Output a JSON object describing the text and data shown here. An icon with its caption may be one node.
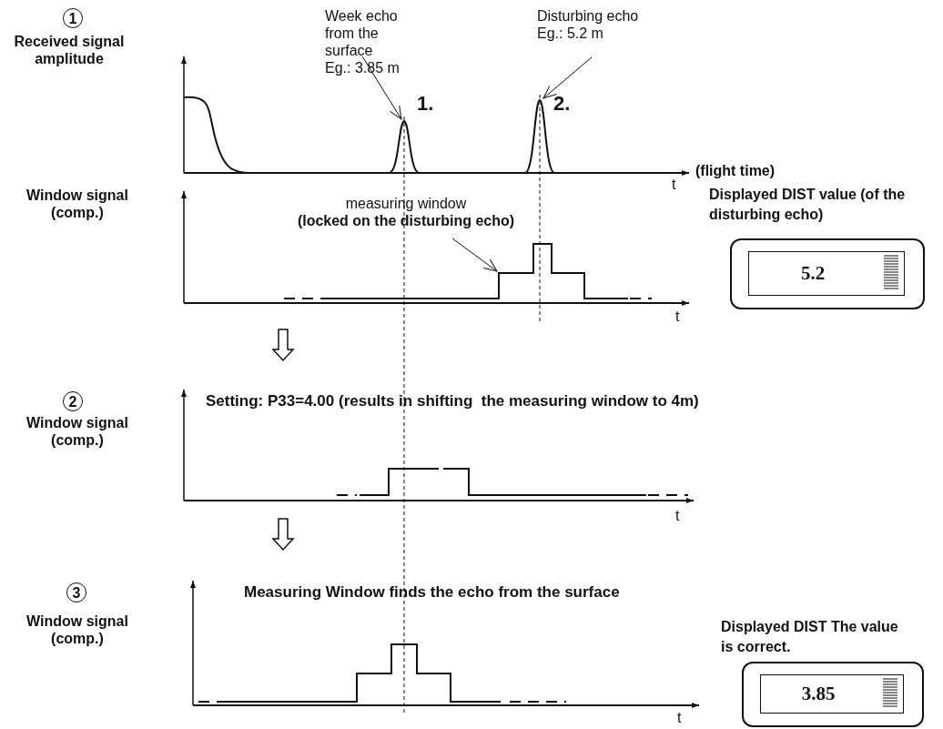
{
  "diagram": {
    "nodes": [
      {
        "text": [
          "Week echo from the surface",
          "Eg.: 3.85 m"
        ]
      },
      {
        "text": [],
        "shape": "curve"
      },
      {
        "text": [
          "Disturbing echo",
          "Eg.: 5.2 m"
        ]
      },
      {
        "text": [],
        "shape": "curve"
      },
      {
        "text": [
          "measuring window",
          "(locked on the disturbing echo)"
        ]
      },
      {
        "text": [],
        "shape": "curve"
      },
      {
        "text": [
          "Displayed DIST value (of the disturbing echo)",
          "5.2"
        ]
      },
      {
        "text": [
          "Displayed DIST The value is correct.",
          "3.85"
        ]
      }
    ],
    "edges": [
      {
        "from": 0,
        "to": 1,
        "arrow": "to"
      },
      {
        "from": 2,
        "to": 3,
        "arrow": "to"
      },
      {
        "from": 4,
        "to": 5,
        "arrow": "to"
      }
    ],
    "labels": [
      "1",
      "Received signal amplitude",
      "1.",
      "2.",
      "(flight time)",
      "t",
      "Window signal (comp.)",
      "t",
      "2",
      "Window signal (comp.)",
      "Setting: P33=4.00 (results in shifting  the measuring window to 4m)",
      "t",
      "3",
      "Window signal (comp.)",
      "Measuring Window finds the echo from the surface",
      "t"
    ]
  }
}
